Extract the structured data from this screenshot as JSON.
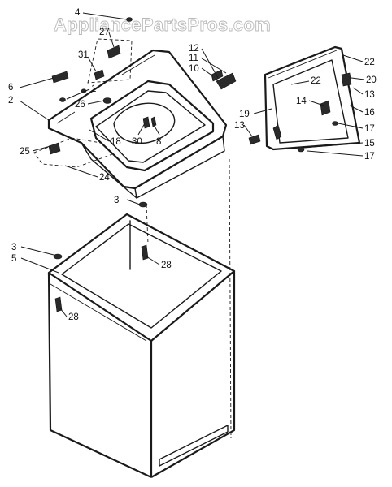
{
  "watermark": "AppliancePartsPros.com",
  "parts": [
    {
      "id": "p4",
      "label": "4"
    },
    {
      "id": "p27",
      "label": "27"
    },
    {
      "id": "p31",
      "label": "31"
    },
    {
      "id": "p1",
      "label": "1"
    },
    {
      "id": "p6",
      "label": "6"
    },
    {
      "id": "p2",
      "label": "2"
    },
    {
      "id": "p26",
      "label": "26"
    },
    {
      "id": "p25",
      "label": "25"
    },
    {
      "id": "p18",
      "label": "18"
    },
    {
      "id": "p30",
      "label": "30"
    },
    {
      "id": "p8",
      "label": "8"
    },
    {
      "id": "p24",
      "label": "24"
    },
    {
      "id": "p12",
      "label": "12"
    },
    {
      "id": "p11",
      "label": "11"
    },
    {
      "id": "p10",
      "label": "10"
    },
    {
      "id": "p22a",
      "label": "22"
    },
    {
      "id": "p22b",
      "label": "22"
    },
    {
      "id": "p20",
      "label": "20"
    },
    {
      "id": "p14",
      "label": "14"
    },
    {
      "id": "p13a",
      "label": "13"
    },
    {
      "id": "p19",
      "label": "19"
    },
    {
      "id": "p13b",
      "label": "13"
    },
    {
      "id": "p16",
      "label": "16"
    },
    {
      "id": "p17a",
      "label": "17"
    },
    {
      "id": "p15",
      "label": "15"
    },
    {
      "id": "p17b",
      "label": "17"
    },
    {
      "id": "p3a",
      "label": "3"
    },
    {
      "id": "p28a",
      "label": "28"
    },
    {
      "id": "p3b",
      "label": "3"
    },
    {
      "id": "p5",
      "label": "5"
    },
    {
      "id": "p28b",
      "label": "28"
    }
  ]
}
